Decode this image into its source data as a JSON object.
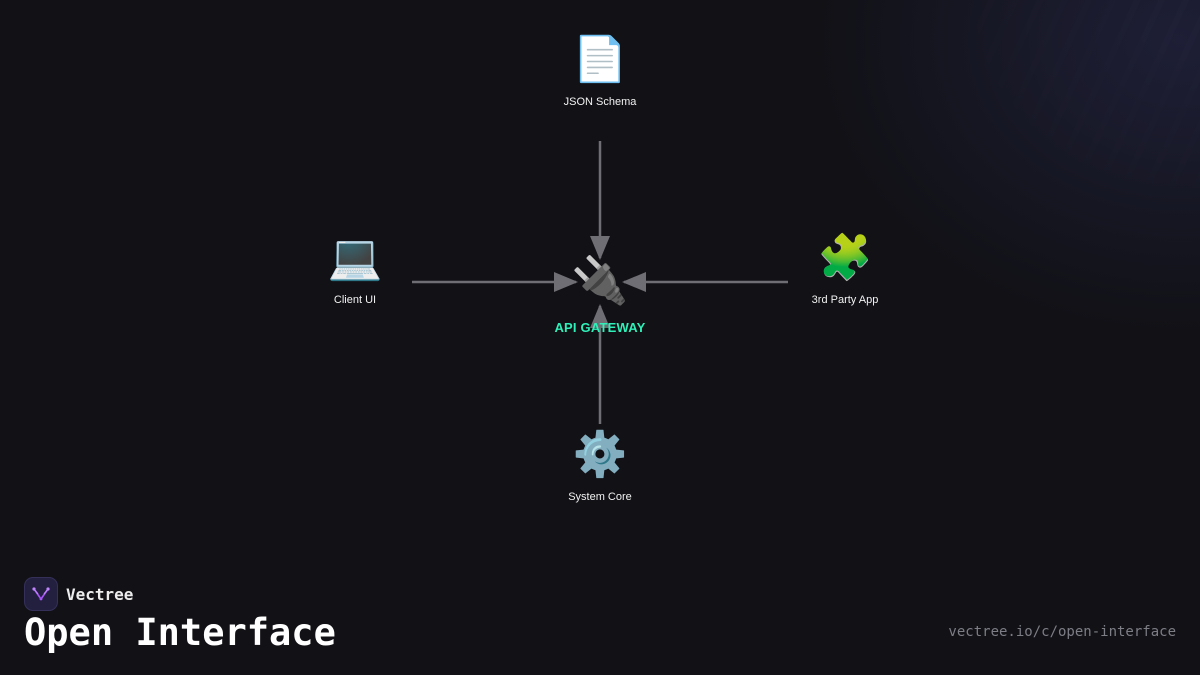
{
  "diagram": {
    "center": {
      "icon": "electric-plug-icon",
      "glyph": "🔌",
      "label": "API GATEWAY",
      "label_color": "#2ff0b8"
    },
    "nodes": {
      "json_schema": {
        "icon": "document-icon",
        "glyph": "📄",
        "label": "JSON Schema"
      },
      "client_ui": {
        "icon": "laptop-icon",
        "glyph": "💻",
        "label": "Client UI"
      },
      "third_party": {
        "icon": "puzzle-piece-icon",
        "glyph": "🧩",
        "label": "3rd Party App"
      },
      "system_core": {
        "icon": "gear-icon",
        "glyph": "⚙️",
        "label": "System Core"
      }
    },
    "edges": [
      {
        "from": "JSON Schema",
        "to": "API GATEWAY"
      },
      {
        "from": "Client UI",
        "to": "API GATEWAY"
      },
      {
        "from": "3rd Party App",
        "to": "API GATEWAY"
      },
      {
        "from": "System Core",
        "to": "API GATEWAY"
      }
    ],
    "edge_color": "#6e6e74"
  },
  "brand": {
    "name": "Vectree",
    "logo_icon": "vectree-logo-icon",
    "accent": "#a855f7"
  },
  "title": "Open Interface",
  "url": "vectree.io/c/open-interface",
  "colors": {
    "background": "#111116",
    "text": "#ffffff",
    "muted": "#7d7d86"
  }
}
